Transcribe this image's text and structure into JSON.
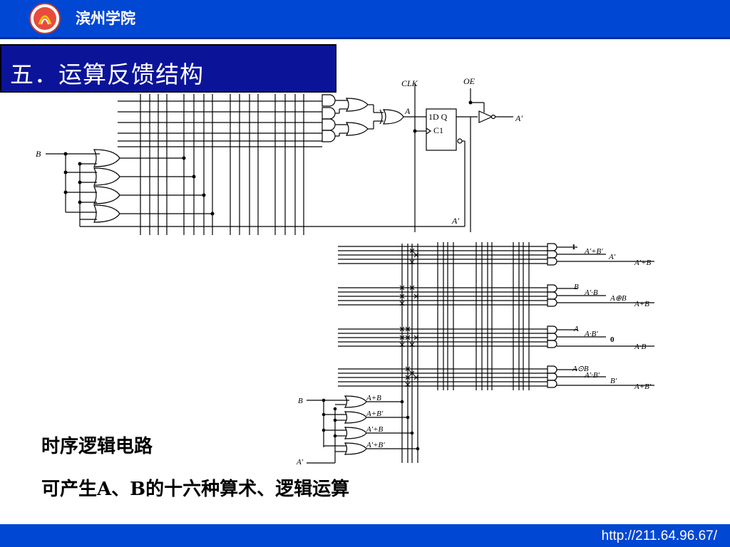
{
  "header": {
    "org_name": "滨州学院",
    "logo_icon": "university-logo-icon"
  },
  "slide": {
    "title": "五．运算反馈结构"
  },
  "diagram": {
    "upper": {
      "input_b": "B",
      "clk": "CLK",
      "oe": "OE",
      "node_a": "A",
      "ff_top": "1D Q",
      "ff_bottom": "C1",
      "output": "A'",
      "feedback": "A'"
    },
    "lower": {
      "groups": [
        {
          "in1": "1",
          "in2": "A'+B'",
          "in3": "A'",
          "out": "A'+B"
        },
        {
          "in1": "B",
          "in2": "A'·B",
          "in3": "A⊕B",
          "out": "A+B"
        },
        {
          "in1": "A",
          "in2": "A·B'",
          "in3": "0",
          "out": "A·B"
        },
        {
          "in1": "A⊙B",
          "in2": "A'·B'",
          "in3": "B'",
          "out": "A+B'"
        }
      ],
      "input_b": "B",
      "input_a": "A'",
      "or_labels": [
        "A+B",
        "A+B'",
        "A'+B",
        "A'+B'"
      ]
    }
  },
  "captions": {
    "line1": "时序逻辑电路",
    "line2": "可产生A、B的十六种算术、逻辑运算"
  },
  "footer": {
    "url": "http://211.64.96.67/"
  },
  "colors": {
    "header_blue": "#0047d4",
    "title_navy": "#0b1499"
  }
}
